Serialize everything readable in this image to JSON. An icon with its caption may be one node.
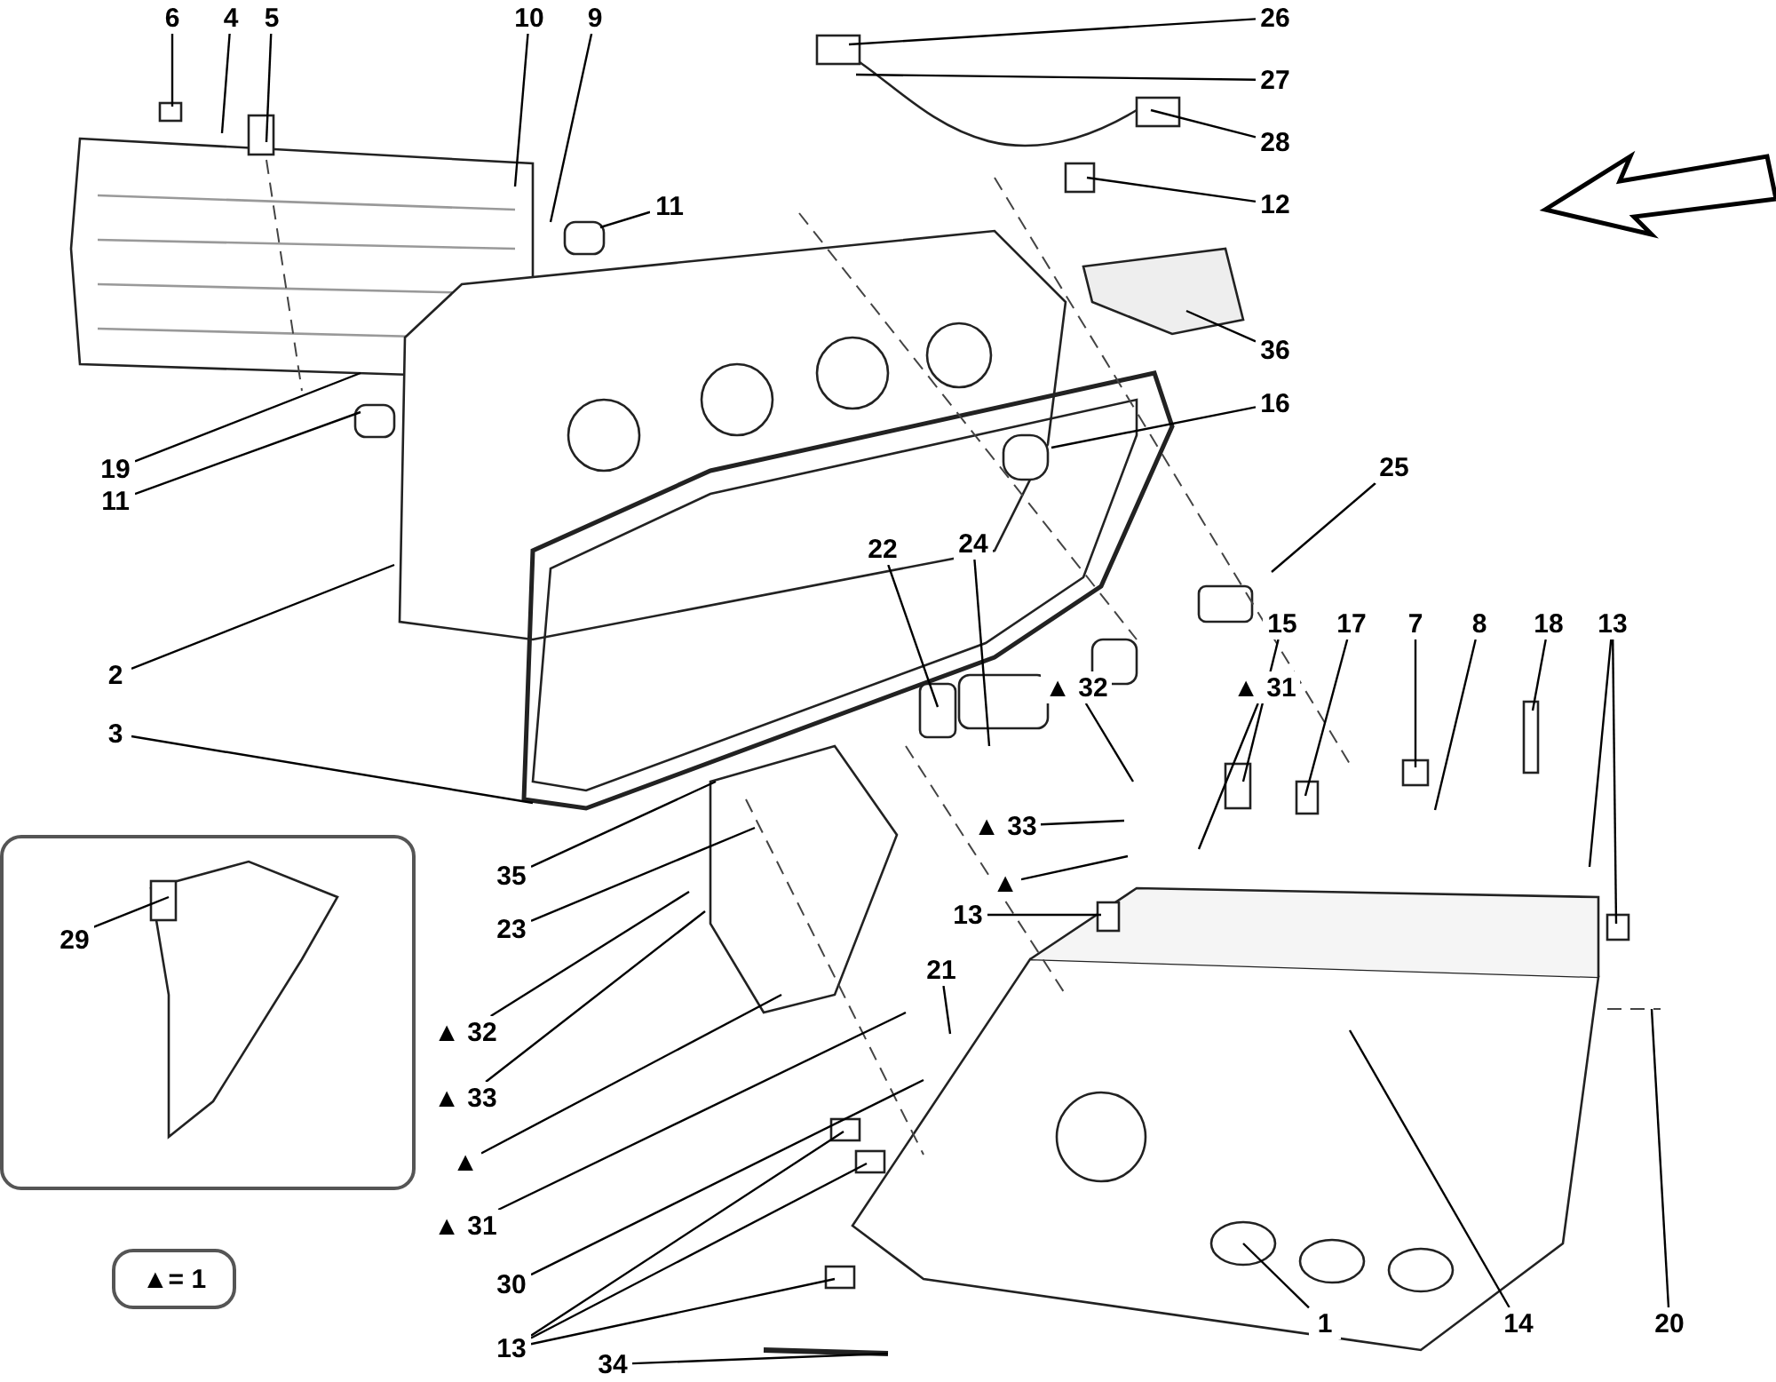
{
  "diagram": {
    "nodes": [
      {
        "text": [
          "6"
        ]
      },
      {
        "text": [
          "4"
        ]
      },
      {
        "text": [
          "5"
        ]
      },
      {
        "text": [
          "10"
        ]
      },
      {
        "text": [
          "9"
        ]
      },
      {
        "text": [
          "26"
        ]
      },
      {
        "text": [
          "27"
        ]
      },
      {
        "text": [
          "28"
        ]
      },
      {
        "text": [
          "11"
        ]
      },
      {
        "text": [
          "12"
        ]
      },
      {
        "text": [
          "36"
        ]
      },
      {
        "text": [
          "16"
        ]
      },
      {
        "text": [
          "19"
        ]
      },
      {
        "text": [
          "11"
        ]
      },
      {
        "text": [
          "25"
        ]
      },
      {
        "text": [
          "22"
        ]
      },
      {
        "text": [
          "24"
        ]
      },
      {
        "text": [
          "15"
        ]
      },
      {
        "text": [
          "17"
        ]
      },
      {
        "text": [
          "7"
        ]
      },
      {
        "text": [
          "8"
        ]
      },
      {
        "text": [
          "18"
        ]
      },
      {
        "text": [
          "13"
        ]
      },
      {
        "text": [
          "2"
        ]
      },
      {
        "text": [
          "3"
        ]
      },
      {
        "text": [
          "▲ 32"
        ]
      },
      {
        "text": [
          "▲ 31"
        ]
      },
      {
        "text": [
          "▲ 33"
        ]
      },
      {
        "text": [
          "▲"
        ]
      },
      {
        "text": [],
        "shape": "box"
      },
      {
        "text": [
          "29"
        ],
        "in": 29
      },
      {
        "text": [
          "35"
        ]
      },
      {
        "text": [
          "23"
        ]
      },
      {
        "text": [
          "13"
        ]
      },
      {
        "text": [
          "21"
        ]
      },
      {
        "text": [
          "▲ 32"
        ]
      },
      {
        "text": [
          "▲ 33"
        ]
      },
      {
        "text": [
          "▲"
        ]
      },
      {
        "text": [
          "▲ 31"
        ]
      },
      {
        "text": [
          "30"
        ]
      },
      {
        "text": [
          "▲= 1"
        ]
      },
      {
        "text": [
          "13"
        ]
      },
      {
        "text": [
          "1"
        ]
      },
      {
        "text": [
          "14"
        ]
      },
      {
        "text": [
          "20"
        ]
      },
      {
        "text": [
          "34"
        ]
      }
    ],
    "edges": [
      {
        "from": 0,
        "to": null,
        "arrow": "none"
      },
      {
        "from": 1,
        "to": null,
        "arrow": "none"
      },
      {
        "from": 2,
        "to": null,
        "arrow": "none"
      },
      {
        "from": 3,
        "to": null,
        "arrow": "none"
      },
      {
        "from": 4,
        "to": null,
        "arrow": "none"
      },
      {
        "from": 5,
        "to": null,
        "arrow": "none"
      },
      {
        "from": 6,
        "to": null,
        "arrow": "none"
      },
      {
        "from": 7,
        "to": null,
        "arrow": "none"
      },
      {
        "from": 8,
        "to": null,
        "arrow": "none"
      },
      {
        "from": 9,
        "to": null,
        "arrow": "none"
      },
      {
        "from": 10,
        "to": null,
        "arrow": "none"
      },
      {
        "from": 11,
        "to": null,
        "arrow": "none"
      },
      {
        "from": 12,
        "to": null,
        "arrow": "none"
      },
      {
        "from": 13,
        "to": null,
        "arrow": "none"
      },
      {
        "from": 14,
        "to": null,
        "arrow": "none"
      },
      {
        "from": 15,
        "to": null,
        "arrow": "none"
      },
      {
        "from": 16,
        "to": null,
        "arrow": "none"
      },
      {
        "from": 17,
        "to": null,
        "arrow": "none"
      },
      {
        "from": 18,
        "to": null,
        "arrow": "none"
      },
      {
        "from": 19,
        "to": null,
        "arrow": "none"
      },
      {
        "from": 20,
        "to": null,
        "arrow": "none"
      },
      {
        "from": 21,
        "to": null,
        "arrow": "none"
      },
      {
        "from": 22,
        "to": null,
        "arrow": "none"
      },
      {
        "from": 22,
        "to": null,
        "arrow": "none"
      },
      {
        "from": 23,
        "to": null,
        "arrow": "none"
      },
      {
        "from": 24,
        "to": null,
        "arrow": "none"
      },
      {
        "from": 25,
        "to": null,
        "arrow": "none"
      },
      {
        "from": 26,
        "to": null,
        "arrow": "none"
      },
      {
        "from": 27,
        "to": null,
        "arrow": "none"
      },
      {
        "from": 28,
        "to": null,
        "arrow": "none"
      },
      {
        "from": 30,
        "to": null,
        "arrow": "none"
      },
      {
        "from": 31,
        "to": null,
        "arrow": "none"
      },
      {
        "from": 32,
        "to": null,
        "arrow": "none"
      },
      {
        "from": 33,
        "to": null,
        "arrow": "none"
      },
      {
        "from": 34,
        "to": null,
        "arrow": "none"
      },
      {
        "from": 35,
        "to": null,
        "arrow": "none"
      },
      {
        "from": 36,
        "to": null,
        "arrow": "none"
      },
      {
        "from": 37,
        "to": null,
        "arrow": "none"
      },
      {
        "from": 38,
        "to": null,
        "arrow": "none"
      },
      {
        "from": 39,
        "to": null,
        "arrow": "none"
      },
      {
        "from": 41,
        "to": null,
        "arrow": "none"
      },
      {
        "from": 41,
        "to": null,
        "arrow": "none"
      },
      {
        "from": 41,
        "to": null,
        "arrow": "none"
      },
      {
        "from": 42,
        "to": null,
        "arrow": "none"
      },
      {
        "from": 43,
        "to": null,
        "arrow": "none"
      },
      {
        "from": 44,
        "to": null,
        "arrow": "none"
      },
      {
        "from": 45,
        "to": null,
        "arrow": "none"
      }
    ]
  }
}
